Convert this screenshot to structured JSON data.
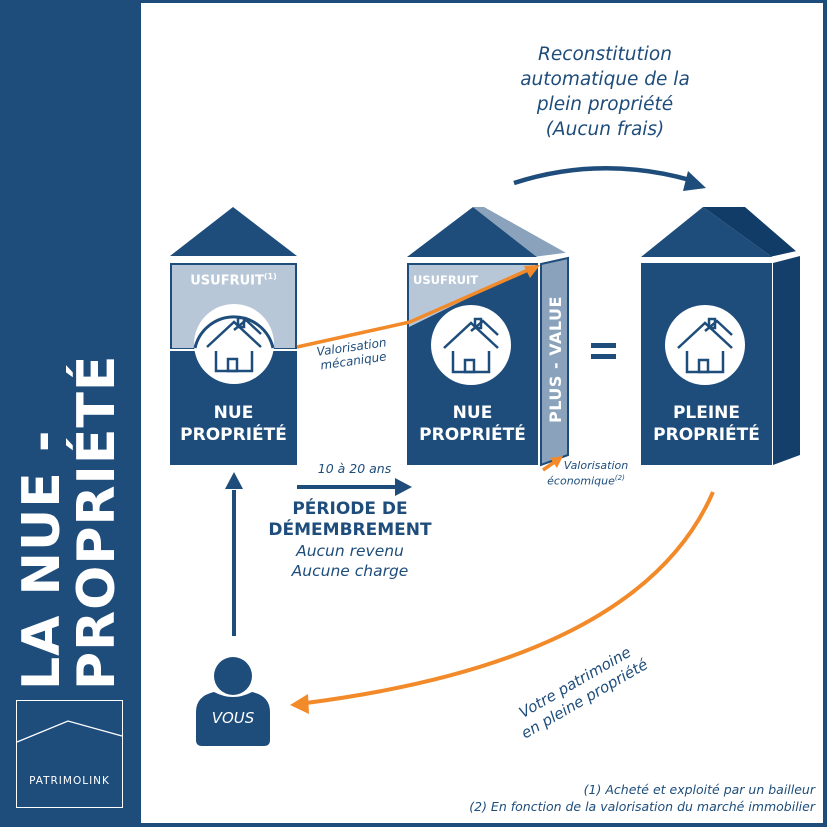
{
  "title_line1": "LA NUE -",
  "title_line2": "PROPRIÉTÉ",
  "brand": "PATRIMOLINK",
  "colors": {
    "navy": "#1e4d7b",
    "light_blue": "#b8c7d8",
    "side_blue": "#8aa2bb",
    "orange": "#f28a2a",
    "white": "#ffffff"
  },
  "reconstitution": {
    "line1": "Reconstitution",
    "line2": "automatique de la",
    "line3": "plein propriété",
    "line4": "(Aucun frais)"
  },
  "house_left": {
    "usufruit": "USUFRUIT",
    "usufruit_note": "(1)",
    "label1": "NUE",
    "label2": "PROPRIÉTÉ",
    "icon": "house-icon"
  },
  "valorisation_mecanique": {
    "line1": "Valorisation",
    "line2": "mécanique"
  },
  "house_middle": {
    "usufruit": "USUFRUIT",
    "side_label": "PLUS - VALUE",
    "label1": "NUE",
    "label2": "PROPRIÉTÉ",
    "icon": "house-icon"
  },
  "equals": "=",
  "house_right": {
    "label1": "PLEINE",
    "label2": "PROPRIÉTÉ",
    "icon": "house-icon"
  },
  "valorisation_economique": {
    "line1": "Valorisation",
    "line2": "économique",
    "note": "(2)"
  },
  "periode": {
    "duration": "10 à 20 ans",
    "title1": "PÉRIODE DE",
    "title2": "DÉMEMBREMENT",
    "sub1": "Aucun revenu",
    "sub2": "Aucune charge"
  },
  "vous": "VOUS",
  "patrimoine": {
    "line1": "Votre patrimoine",
    "line2": "en pleine propriété"
  },
  "footnotes": {
    "note1": "(1) Acheté et exploité par un bailleur",
    "note2": "(2) En fonction de la valorisation du marché immobilier"
  }
}
